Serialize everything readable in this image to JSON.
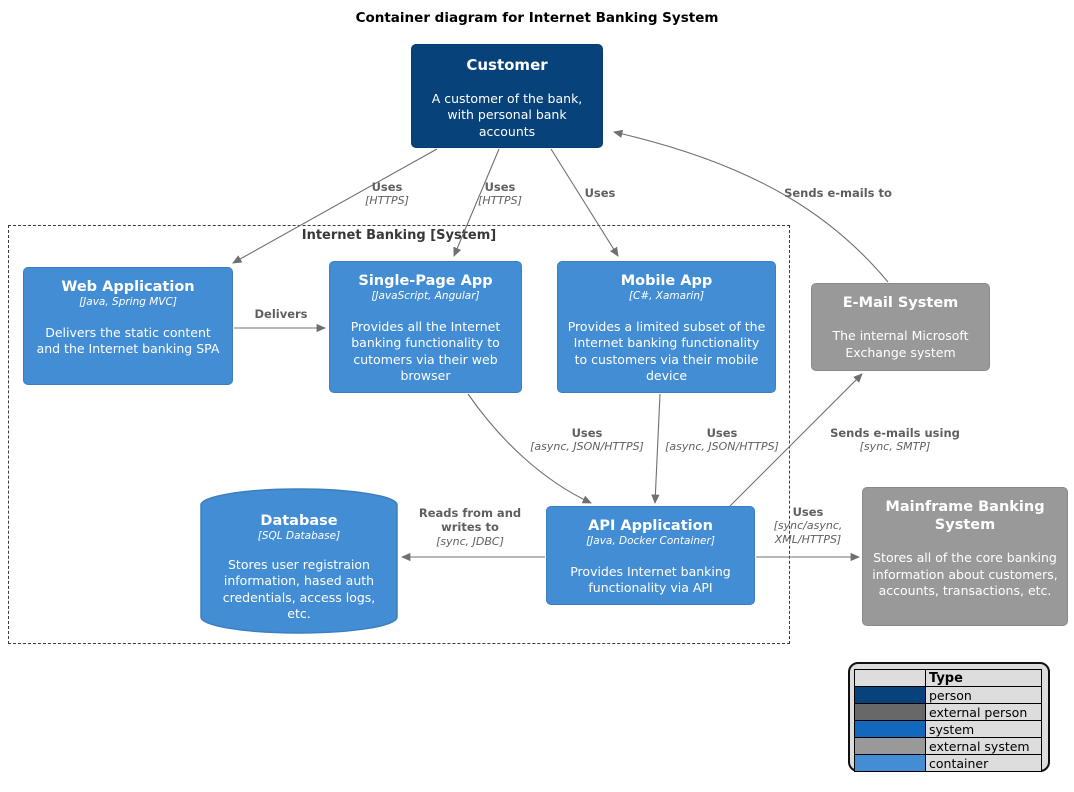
{
  "title": "Container diagram for Internet Banking System",
  "boundary": {
    "label": "Internet Banking [System]"
  },
  "colors": {
    "person": "#08427B",
    "external_person": "#686868",
    "system": "#1168BD",
    "external_system": "#999999",
    "container": "#438DD5",
    "line": "#707070"
  },
  "nodes": {
    "customer": {
      "title": "Customer",
      "desc": "A customer of the bank, with personal bank accounts",
      "color": "#08427B"
    },
    "web_app": {
      "title": "Web Application",
      "tech": "[Java, Spring MVC]",
      "desc": "Delivers the static content and the Internet banking SPA",
      "color": "#438DD5"
    },
    "spa": {
      "title": "Single-Page App",
      "tech": "[JavaScript, Angular]",
      "desc": "Provides all the Internet banking functionality to cutomers via their web browser",
      "color": "#438DD5"
    },
    "mobile": {
      "title": "Mobile App",
      "tech": "[C#, Xamarin]",
      "desc": "Provides a limited subset of the Internet banking functionality to customers via their mobile device",
      "color": "#438DD5"
    },
    "email": {
      "title": "E-Mail System",
      "desc": "The internal Microsoft Exchange system",
      "color": "#999999"
    },
    "database": {
      "title": "Database",
      "tech": "[SQL Database]",
      "desc": "Stores user registraion information, hased auth credentials, access logs, etc.",
      "color": "#438DD5"
    },
    "api": {
      "title": "API Application",
      "tech": "[Java, Docker Container]",
      "desc": "Provides Internet banking functionality via API",
      "color": "#438DD5"
    },
    "mainframe": {
      "title": "Mainframe Banking System",
      "desc": "Stores all of the core banking information about customers, accounts, transactions, etc.",
      "color": "#999999"
    }
  },
  "edges": {
    "uses_web": {
      "label": "Uses",
      "tech": "[HTTPS]"
    },
    "uses_spa": {
      "label": "Uses",
      "tech": "[HTTPS]"
    },
    "uses_mobile": {
      "label": "Uses"
    },
    "sends_to": {
      "label": "Sends e-mails to"
    },
    "delivers": {
      "label": "Delivers"
    },
    "uses_api_spa": {
      "label": "Uses",
      "tech": "[async, JSON/HTTPS]"
    },
    "uses_api_mobile": {
      "label": "Uses",
      "tech": "[async, JSON/HTTPS]"
    },
    "sends_using": {
      "label": "Sends e-mails using",
      "tech": "[sync, SMTP]"
    },
    "reads_writes": {
      "label": "Reads from and writes to",
      "tech": "[sync, JDBC]"
    },
    "uses_mainframe": {
      "label": "Uses",
      "tech": "[sync/async, XML/HTTPS]"
    }
  },
  "legend": {
    "header": "Type",
    "rows": [
      {
        "label": "person",
        "color": "#08427B"
      },
      {
        "label": "external person",
        "color": "#686868"
      },
      {
        "label": "system",
        "color": "#1168BD"
      },
      {
        "label": "external system",
        "color": "#999999"
      },
      {
        "label": "container",
        "color": "#438DD5"
      }
    ]
  }
}
